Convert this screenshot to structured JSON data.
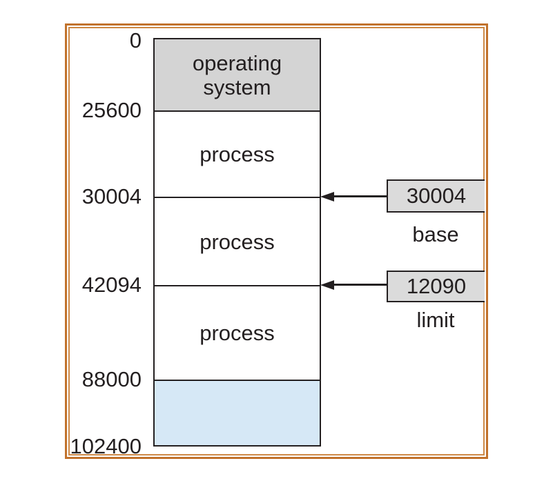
{
  "figure": {
    "type": "memory-layout-diagram",
    "memory": {
      "address_labels": [
        "0",
        "25600",
        "30004",
        "42094",
        "88000",
        "102400"
      ],
      "sections": [
        {
          "label": "operating\nsystem"
        },
        {
          "label": "process"
        },
        {
          "label": "process"
        },
        {
          "label": "process"
        },
        {
          "label": ""
        }
      ]
    },
    "registers": [
      {
        "value": "30004",
        "label": "base"
      },
      {
        "value": "12090",
        "label": "limit"
      }
    ],
    "colors": {
      "frame_orange_outer": "#C1722C",
      "frame_orange_inner": "#CD8845",
      "os_section_gray": "#D4D4D4",
      "free_section_blue": "#D6E8F6",
      "register_box_gray": "#DBDBDB",
      "line_black": "#231F20"
    }
  }
}
